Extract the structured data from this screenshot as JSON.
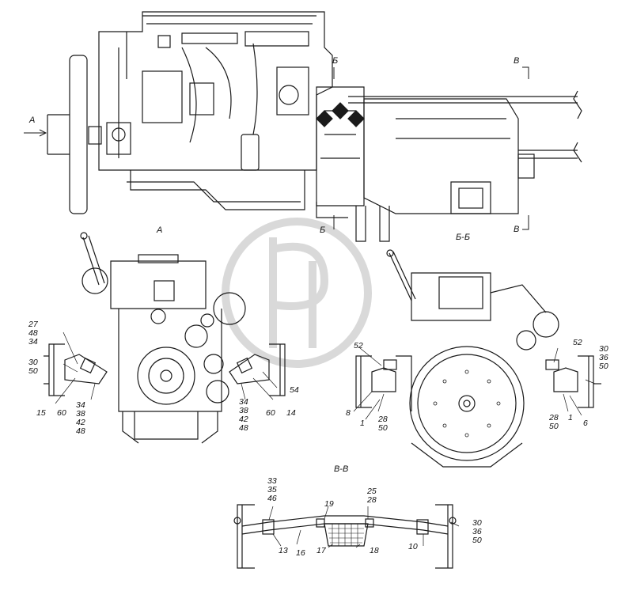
{
  "section_marks": {
    "a_left": "А",
    "a_bottom": "А",
    "b_top": "Б",
    "b_bottom": "Б",
    "v_top": "В",
    "v_bottom": "В",
    "view_bb": "Б-Б",
    "view_vv": "В-В"
  },
  "view_a_labels": {
    "l_27": "27",
    "l_48": "48",
    "l_34": "34",
    "l_30": "30",
    "l_50": "50",
    "l_15": "15",
    "l_60a": "60",
    "l_34b": "34",
    "l_38": "38",
    "l_42": "42",
    "l_48b": "48",
    "l_34c": "34",
    "l_38c": "38",
    "l_42c": "42",
    "l_48c": "48",
    "l_60b": "60",
    "l_14": "14",
    "l_54": "54"
  },
  "view_bb_labels": {
    "l_52a": "52",
    "l_8": "8",
    "l_1a": "1",
    "l_28a": "28",
    "l_50a": "50",
    "l_52b": "52",
    "l_30": "30",
    "l_36": "36",
    "l_50b": "50",
    "l_28b": "28",
    "l_50c": "50",
    "l_1b": "1",
    "l_6": "6"
  },
  "view_vv_labels": {
    "l_33": "33",
    "l_35": "35",
    "l_46": "46",
    "l_19": "19",
    "l_25": "25",
    "l_28": "28",
    "l_30": "30",
    "l_36": "36",
    "l_50": "50",
    "l_13": "13",
    "l_16": "16",
    "l_17": "17",
    "l_18": "18",
    "l_10": "10"
  },
  "colors": {
    "line": "#1a1a1a",
    "watermark": "#d9d9d9"
  }
}
